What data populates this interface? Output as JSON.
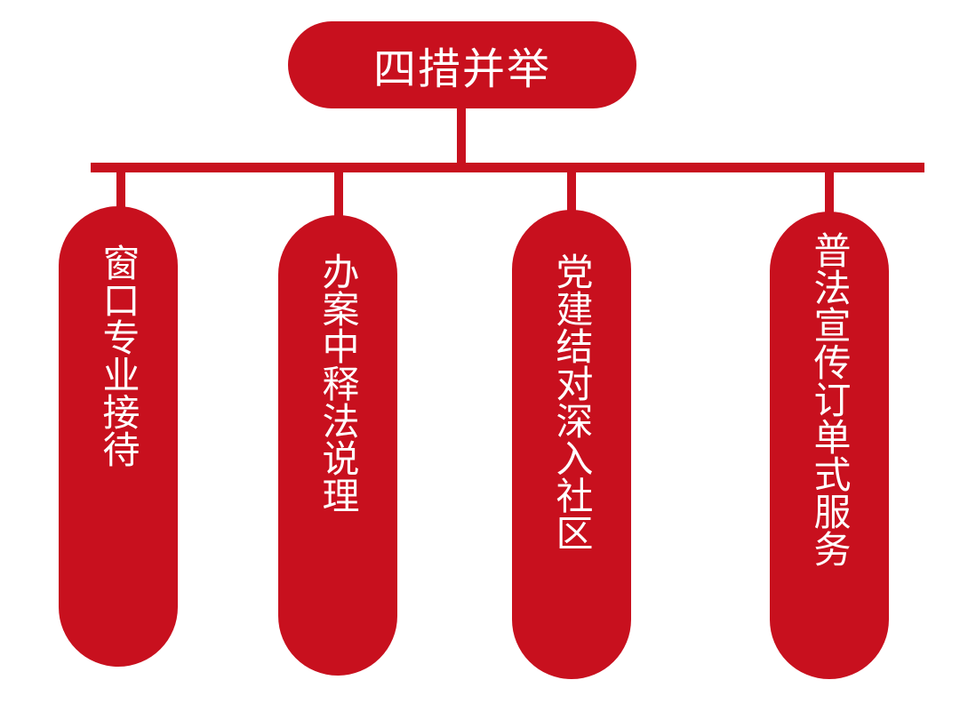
{
  "diagram": {
    "root": {
      "label": "四措并举"
    },
    "branches": [
      {
        "label": "窗口专业接待"
      },
      {
        "label": "办案中释法说理"
      },
      {
        "label": "党建结对深入社区"
      },
      {
        "label": "普法宣传订单式服务"
      }
    ],
    "colors": {
      "node_fill": "#c8101e",
      "text": "#ffffff",
      "background": "#ffffff"
    }
  }
}
